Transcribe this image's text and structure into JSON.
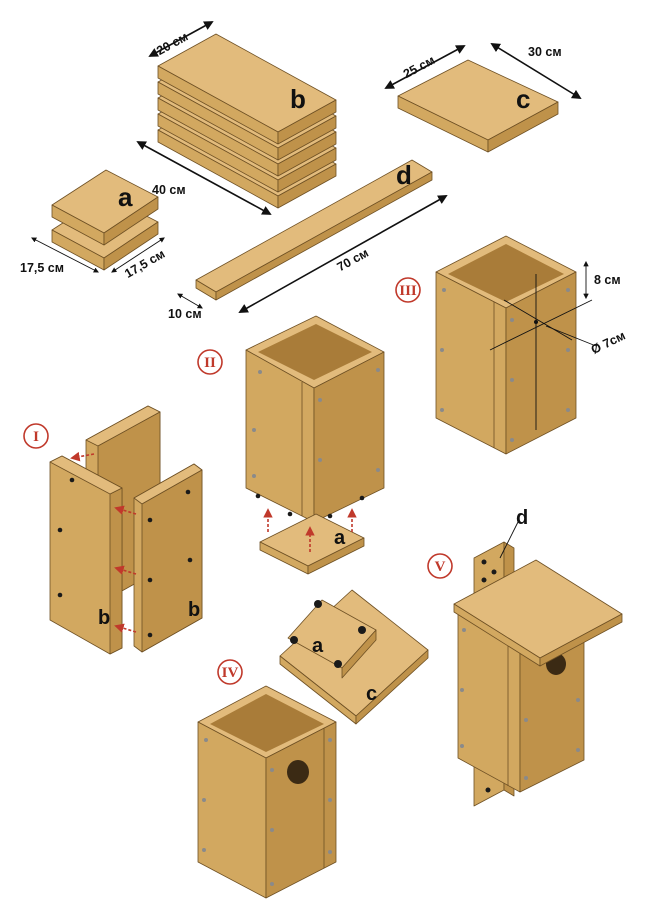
{
  "parts": {
    "a": "a",
    "b": "b",
    "c": "c",
    "d": "d"
  },
  "dimensions": {
    "b_width": "20 см",
    "b_length": "40 см",
    "c_width": "25 см",
    "c_length": "30 см",
    "a_width": "17,5 см",
    "a_depth": "17,5 см",
    "d_length": "70 см",
    "d_width": "10 см",
    "hole_offset": "8 см",
    "hole_diameter": "Ø 7см"
  },
  "steps": {
    "s1": "I",
    "s2": "II",
    "s3": "III",
    "s4": "IV",
    "s5": "V"
  },
  "step_labels": {
    "i_b_left": "b",
    "i_b_right": "b",
    "ii_a": "a",
    "roof_a": "a",
    "roof_c": "c",
    "v_d": "d"
  }
}
